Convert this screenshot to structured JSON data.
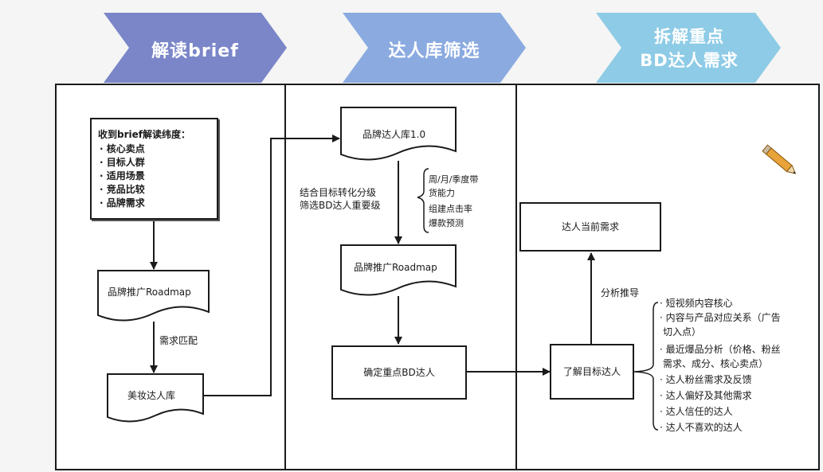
{
  "header": {
    "stage1": "解读brief",
    "stage2": "达人库筛选",
    "stage3_line1": "拆解重点",
    "stage3_line2": "BD达人需求"
  },
  "col1": {
    "brief_title": "收到brief解读纬度：",
    "brief_items": [
      "· 核心卖点",
      "· 目标人群",
      "· 适用场景",
      "· 竞品比较",
      "· 品牌需求"
    ],
    "roadmap": "品牌推广Roadmap",
    "match_label": "需求匹配",
    "beauty_db": "美妆达人库"
  },
  "col2": {
    "brand_db": "品牌达人库1.0",
    "filter_line1": "结合目标转化分级",
    "filter_line2": "筛选BD达人重要级",
    "criteria": [
      "周/月/季度带",
      "货能力",
      "组建点击率",
      "爆款预测"
    ],
    "roadmap": "品牌推广Roadmap",
    "confirm": "确定重点BD达人"
  },
  "col3": {
    "current_need": "达人当前需求",
    "analyze": "分析推导",
    "understand": "了解目标达人",
    "points": [
      "· 短视频内容核心",
      "· 内容与产品对应关系（广告",
      "切入点）",
      "· 最近爆品分析（价格、粉丝",
      "需求、成分、核心卖点）",
      "· 达人粉丝需求及反馈",
      "· 达人偏好及其他需求",
      "· 达人信任的达人",
      "· 达人不喜欢的达人"
    ]
  },
  "colors": {
    "chevron1": "#7a86c8",
    "chevron2": "#8aaae0",
    "chevron3": "#8ecbe6"
  }
}
